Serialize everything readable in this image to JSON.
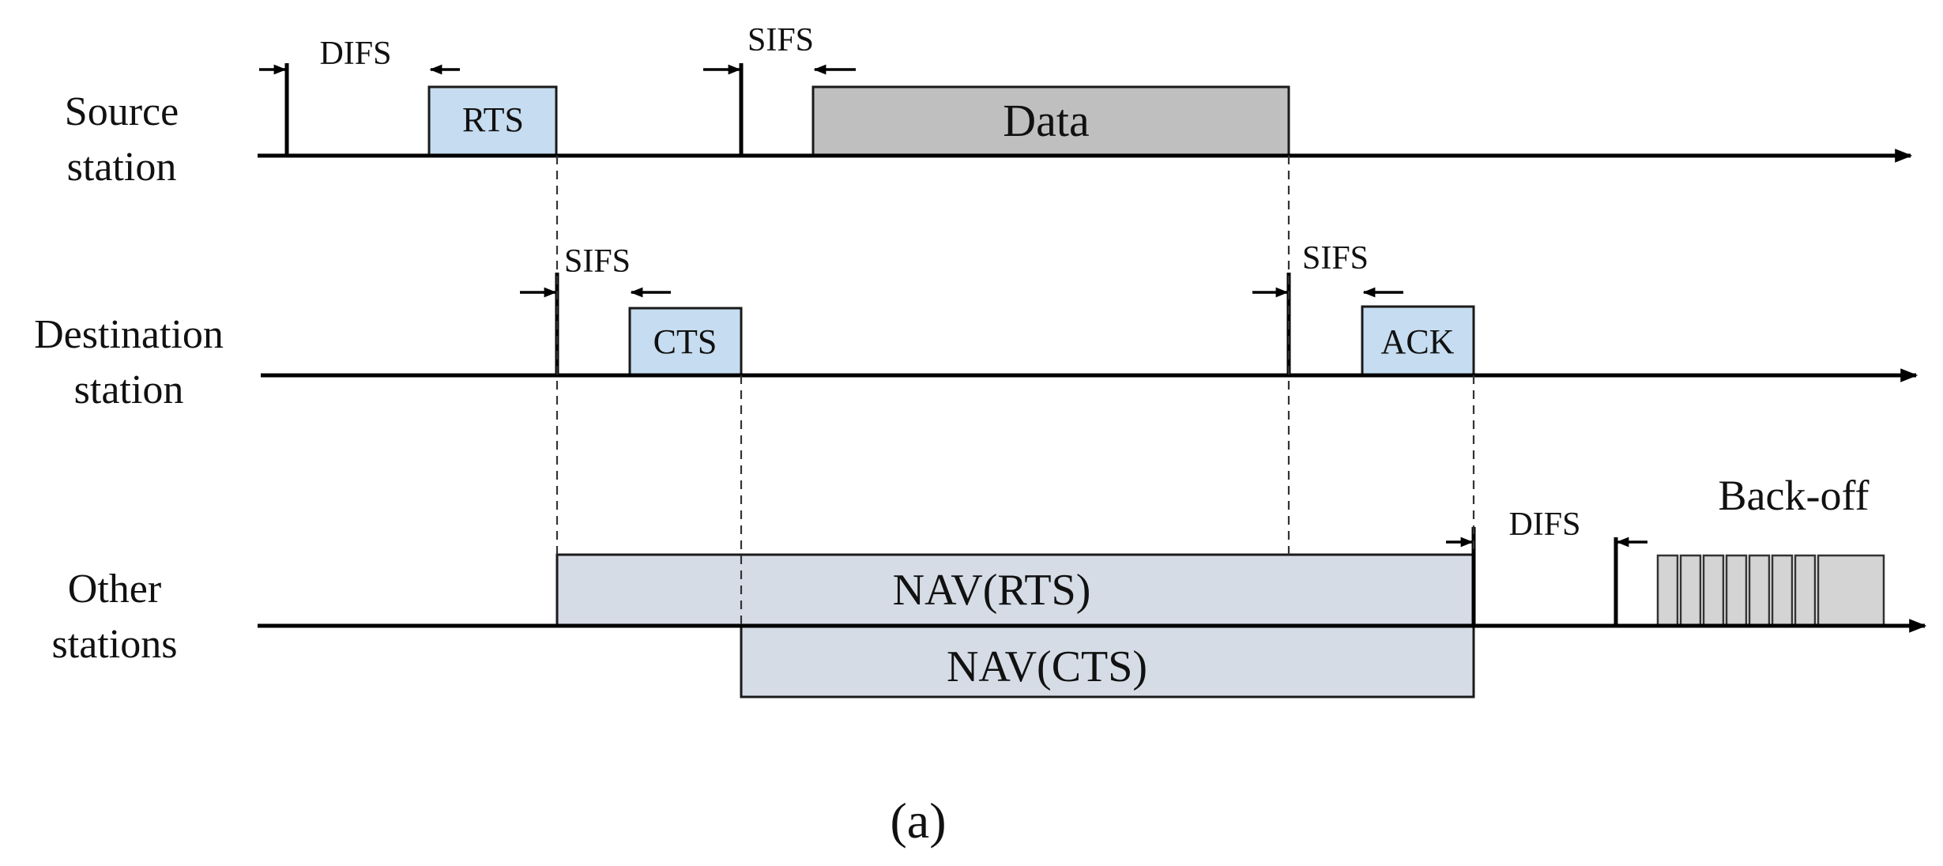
{
  "rows": {
    "source": {
      "label_line1": "Source",
      "label_line2": "station"
    },
    "destination": {
      "label_line1": "Destination",
      "label_line2": "station"
    },
    "other": {
      "label_line1": "Other",
      "label_line2": "stations"
    }
  },
  "frames": {
    "rts": "RTS",
    "data": "Data",
    "cts": "CTS",
    "ack": "ACK",
    "nav_rts": "NAV(RTS)",
    "nav_cts": "NAV(CTS)"
  },
  "intervals": {
    "difs_source": "DIFS",
    "sifs_source": "SIFS",
    "sifs_cts": "SIFS",
    "sifs_ack": "SIFS",
    "difs_other": "DIFS"
  },
  "backoff_label": "Back-off",
  "caption": "(a)",
  "colors": {
    "control_frame": "#c6dcf0",
    "data_frame": "#bfbfbf",
    "nav": "#d5dce6",
    "backoff_slot": "#d4d4d4"
  }
}
